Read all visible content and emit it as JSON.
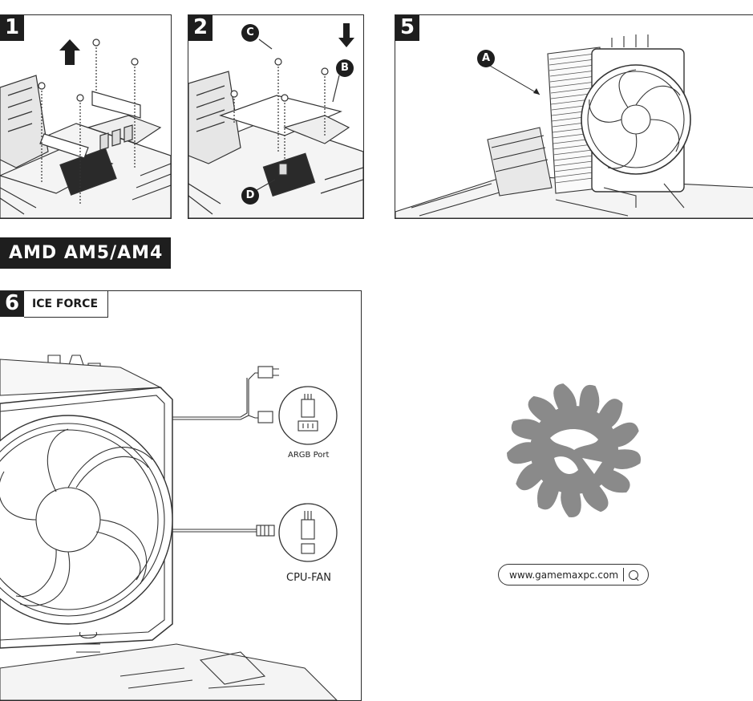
{
  "steps": [
    {
      "number": "1"
    },
    {
      "number": "2",
      "callouts": [
        "C",
        "B",
        "D"
      ]
    },
    {
      "number": "5",
      "callouts": [
        "A"
      ]
    },
    {
      "number": "6",
      "title": "ICE FORCE"
    }
  ],
  "section_banner": "AMD AM5/AM4",
  "ports": {
    "argb_label": "ARGB Port",
    "cpu_fan_label": "CPU-FAN"
  },
  "brand": {
    "website": "www.gamemaxpc.com",
    "logo_color": "#8a8a8a",
    "logo_icon": "lion-head-logo"
  },
  "icons": {
    "search": "search-icon",
    "arrow_up": "arrow-up-icon",
    "arrow_down": "arrow-down-icon"
  }
}
